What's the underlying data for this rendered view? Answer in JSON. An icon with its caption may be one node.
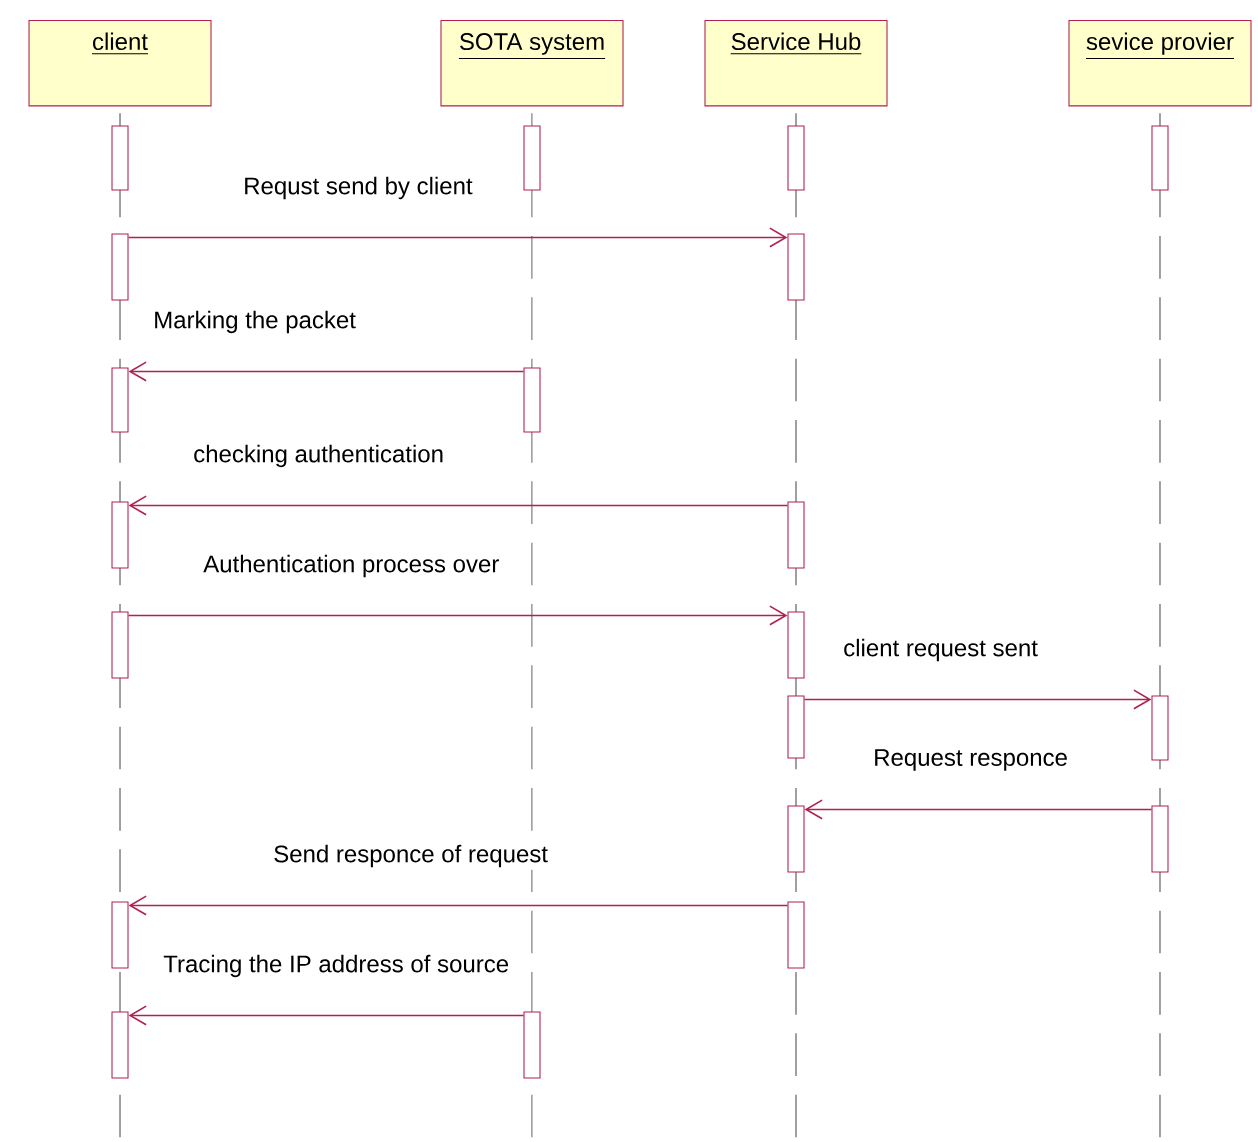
{
  "diagram": {
    "nodes": [
      {
        "text": [
          "client"
        ]
      },
      {
        "text": [
          "SOTA system"
        ]
      },
      {
        "text": [
          "Service Hub"
        ]
      },
      {
        "text": [
          "sevice provier"
        ]
      },
      {
        "text": [],
        "shape": "bar"
      },
      {
        "text": [],
        "shape": "bar"
      },
      {
        "text": [],
        "shape": "bar"
      },
      {
        "text": [],
        "shape": "bar"
      },
      {
        "text": [],
        "shape": "bar"
      },
      {
        "text": [],
        "shape": "bar"
      },
      {
        "text": [],
        "shape": "bar"
      },
      {
        "text": [],
        "shape": "bar"
      },
      {
        "text": [],
        "shape": "bar"
      },
      {
        "text": [],
        "shape": "bar"
      },
      {
        "text": [],
        "shape": "bar"
      },
      {
        "text": [],
        "shape": "bar"
      },
      {
        "text": [],
        "shape": "bar"
      },
      {
        "text": [],
        "shape": "bar"
      },
      {
        "text": [],
        "shape": "bar"
      },
      {
        "text": [],
        "shape": "bar"
      },
      {
        "text": [],
        "shape": "bar"
      },
      {
        "text": [],
        "shape": "bar"
      },
      {
        "text": [],
        "shape": "bar"
      },
      {
        "text": [],
        "shape": "bar"
      }
    ],
    "edges": [
      {
        "from": 8,
        "to": 9,
        "arrow": "to",
        "label": "Requst send by client"
      },
      {
        "from": 11,
        "to": 10,
        "arrow": "to",
        "label": "Marking the packet"
      },
      {
        "from": 13,
        "to": 12,
        "arrow": "to",
        "label": "checking authentication"
      },
      {
        "from": 14,
        "to": 15,
        "arrow": "to",
        "label": "Authentication process over"
      },
      {
        "from": 16,
        "to": 17,
        "arrow": "to",
        "label": "client request sent"
      },
      {
        "from": 19,
        "to": 18,
        "arrow": "to",
        "label": "Request responce"
      },
      {
        "from": 21,
        "to": 20,
        "arrow": "to",
        "label": "Send responce of request"
      },
      {
        "from": 23,
        "to": 22,
        "arrow": "to",
        "label": "Tracing the IP address of source"
      }
    ]
  }
}
